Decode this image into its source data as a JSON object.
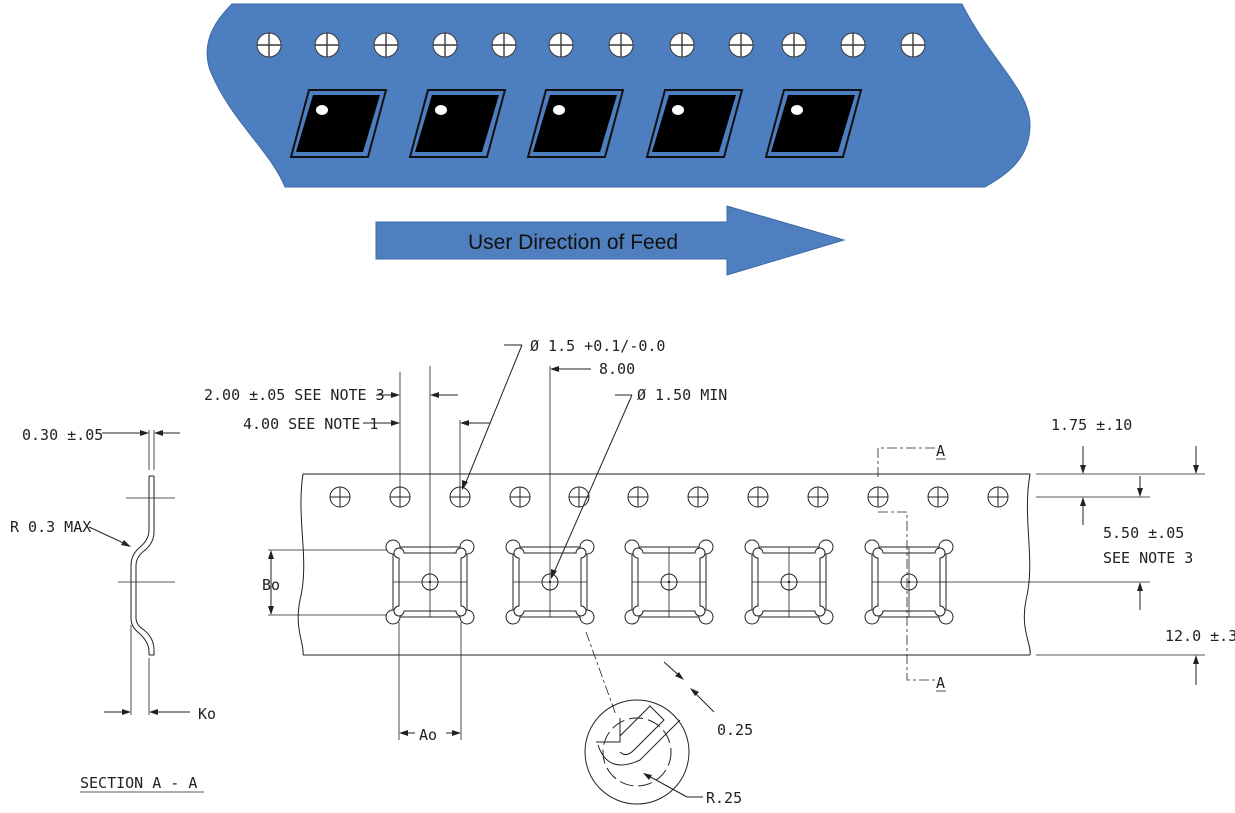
{
  "colors": {
    "tape_blue": "#4d7ebf",
    "tape_outline": "#3c6aa8",
    "pocket_black": "#000000",
    "arrow_blue": "#4f7fbe",
    "line": "#222222"
  },
  "icons": {
    "sprocket": "crosshair-circle-icon",
    "feed_arrow": "right-arrow-icon"
  },
  "feed": {
    "label": "User Direction of Feed"
  },
  "dimensions": {
    "sprocket_hole_dia": "Ø 1.5 +0.1/-0.0",
    "pocket_pitch": "8.00",
    "pocket_hole_dia": "Ø 1.50 MIN",
    "note3_offset": "2.00 ±.05 SEE NOTE 3",
    "sprocket_pitch": "4.00 SEE NOTE 1",
    "thickness": "0.30 ±.05",
    "radius_max": "R 0.3 MAX",
    "edge_to_hole": "1.75 ±.10",
    "hole_to_center_1": "5.50 ±.05",
    "hole_to_center_2": "SEE NOTE 3",
    "tape_width": "12.0 ±.3",
    "bo": "Bo",
    "ao": "Ao",
    "ko": "Ko",
    "detail_width": "0.25",
    "detail_radius": "R.25",
    "section_mark_top": "A",
    "section_mark_bottom": "A",
    "section_title": "SECTION A - A"
  }
}
